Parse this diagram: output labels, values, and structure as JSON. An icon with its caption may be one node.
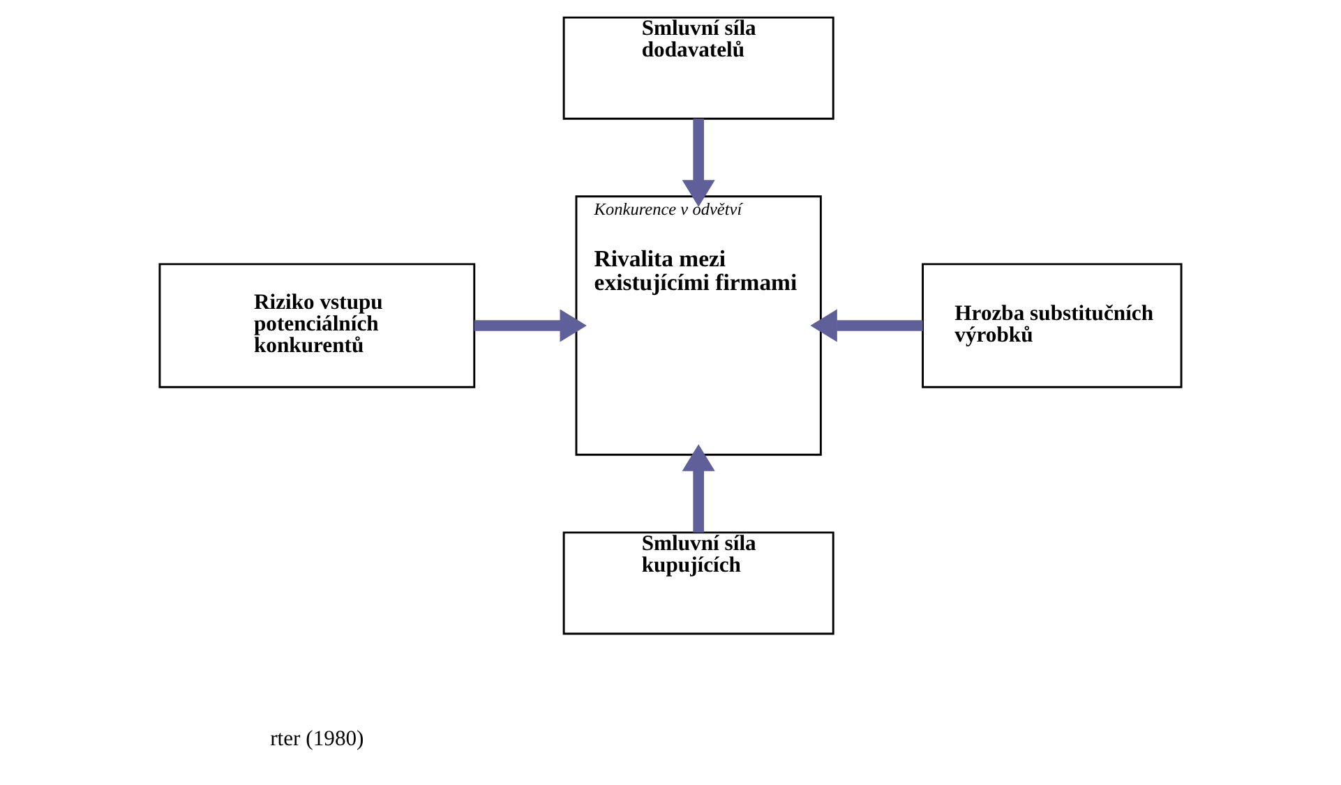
{
  "diagram": {
    "nodes": [
      {
        "text": [
          "Smluvní síla dodavatelů"
        ]
      },
      {
        "text": [
          "Riziko vstupu potenciálních konkurentů"
        ]
      },
      {
        "text": [
          "Konkurence v odvětví",
          "Rivalita mezi existujícími firmami"
        ]
      },
      {
        "text": [
          "Hrozba substitučních výrobků"
        ]
      },
      {
        "text": [
          "Smluvní síla kupujících"
        ]
      }
    ],
    "edges": [
      {
        "from": 0,
        "to": 2,
        "arrow": "to"
      },
      {
        "from": 1,
        "to": 2,
        "arrow": "to"
      },
      {
        "from": 3,
        "to": 2,
        "arrow": "to"
      },
      {
        "from": 4,
        "to": 2,
        "arrow": "to"
      }
    ],
    "labels": [
      "rter (1980)"
    ]
  }
}
